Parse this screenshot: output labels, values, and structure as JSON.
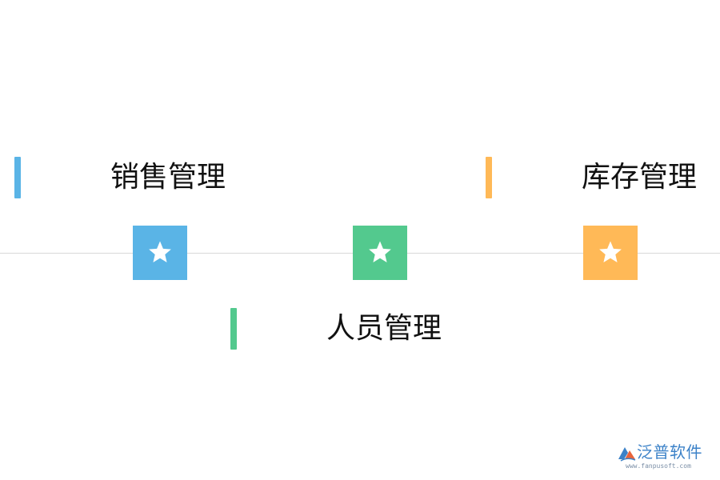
{
  "modules": [
    {
      "label": "销售管理",
      "color": "#5ab4e6",
      "icon": "star-icon"
    },
    {
      "label": "人员管理",
      "color": "#53c98e",
      "icon": "star-icon"
    },
    {
      "label": "库存管理",
      "color": "#ffb957",
      "icon": "star-icon"
    }
  ],
  "brand": {
    "name": "泛普软件",
    "url": "www.fanpusoft.com",
    "logo_icon": "fanpu-logo-icon"
  },
  "colors": {
    "line": "#d8d8d8",
    "brand_text": "#3c82c8"
  }
}
